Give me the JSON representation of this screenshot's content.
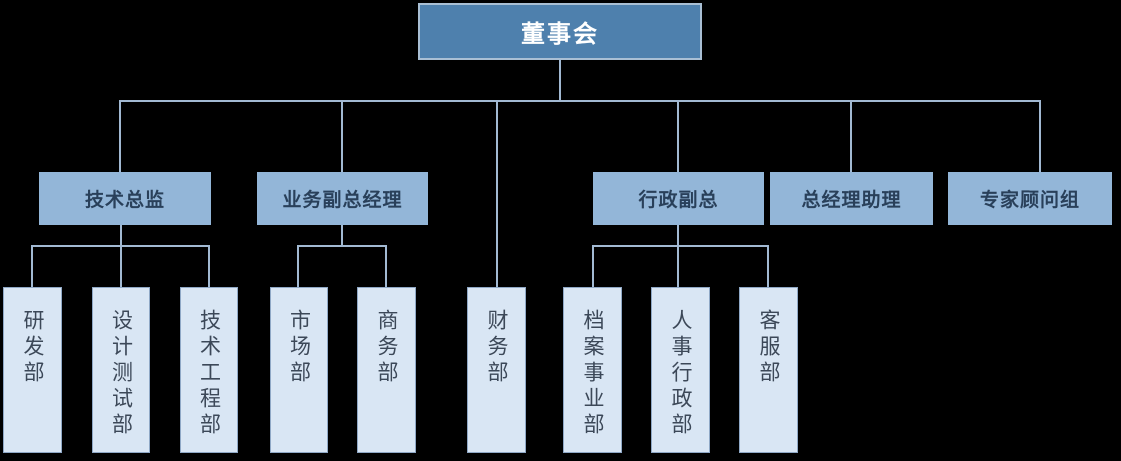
{
  "org_chart": {
    "root": {
      "label": "董事会"
    },
    "level2": [
      {
        "id": "tech-director",
        "label": "技术总监",
        "parent": "董事会"
      },
      {
        "id": "business-deputy-gm",
        "label": "业务副总经理",
        "parent": "董事会"
      },
      {
        "id": "admin-deputy-gm",
        "label": "行政副总",
        "parent": "董事会"
      },
      {
        "id": "gm-assistant",
        "label": "总经理助理",
        "parent": "董事会"
      },
      {
        "id": "expert-advisory-group",
        "label": "专家顾问组",
        "parent": "董事会"
      }
    ],
    "level3": [
      {
        "id": "rd-dept",
        "label": "研发部",
        "parent": "技术总监"
      },
      {
        "id": "design-test-dept",
        "label": "设计测试部",
        "parent": "技术总监"
      },
      {
        "id": "tech-engineering-dept",
        "label": "技术工程部",
        "parent": "技术总监"
      },
      {
        "id": "marketing-dept",
        "label": "市场部",
        "parent": "业务副总经理"
      },
      {
        "id": "commerce-dept",
        "label": "商务部",
        "parent": "业务副总经理"
      },
      {
        "id": "finance-dept",
        "label": "财务部",
        "parent": "董事会"
      },
      {
        "id": "archives-dept",
        "label": "档案事业部",
        "parent": "行政副总"
      },
      {
        "id": "hr-admin-dept",
        "label": "人事行政部",
        "parent": "行政副总"
      },
      {
        "id": "customer-service-dept",
        "label": "客服部",
        "parent": "行政副总"
      }
    ],
    "colors": {
      "background": "#000000",
      "root_fill": "#4e80ad",
      "root_border": "#a9bfd4",
      "root_text": "#ffffff",
      "level2_fill": "#93b6d8",
      "level2_text": "#29405a",
      "level3_fill": "#d9e6f4",
      "level3_border": "#8fa8c6",
      "level3_text": "#3c4858",
      "connector": "#a2b9d2"
    }
  }
}
